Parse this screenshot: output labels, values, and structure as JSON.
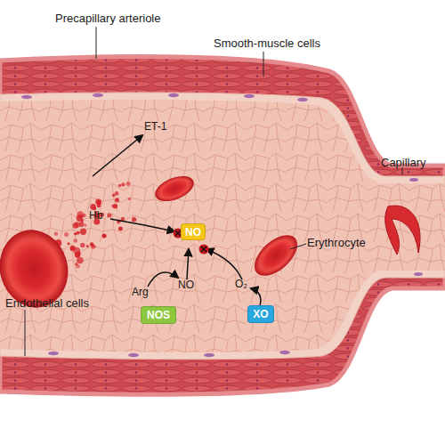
{
  "diagram": {
    "nodes": [
      {
        "text": [
          "NO"
        ]
      },
      {
        "text": [
          "NOS"
        ]
      },
      {
        "text": [
          "XO"
        ]
      }
    ],
    "labels": [
      "Precapillary arteriole",
      "Smooth-muscle cells",
      "Capillary",
      "ET-1",
      "Hb",
      "Erythrocyte",
      "Arg",
      "NO",
      "O₂",
      "Endothelial cells"
    ]
  }
}
